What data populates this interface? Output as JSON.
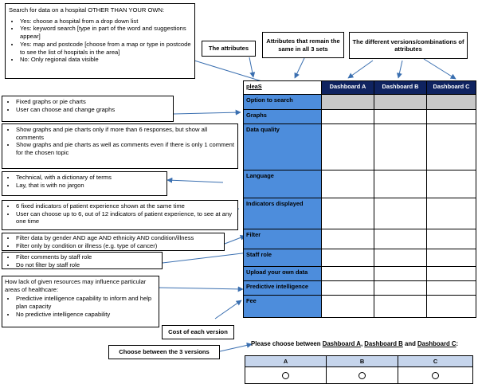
{
  "search_box": {
    "heading": "Search for data on a hospital OTHER THAN YOUR OWN:",
    "items": [
      "Yes: choose a hospital from a drop down list",
      "Yes: keyword search [type in part of the word and suggestions appear]",
      "Yes: map and postcode [choose from a map or type in postcode to see the list of hospitals in the area]",
      "No: Only regional data visible"
    ]
  },
  "labels": {
    "attributes": "The attributes",
    "same_attributes": "Attributes that remain the same in all 3 sets",
    "versions": "The different versions/combinations of attributes",
    "cost": "Cost of each version",
    "choose": "Choose between the 3 versions"
  },
  "option_boxes": {
    "graphs": [
      "Fixed graphs or pie charts",
      "User can choose and change graphs"
    ],
    "data_quality": [
      "Show graphs and pie charts only if more than 6 responses, but show all comments",
      "Show graphs and pie charts as well as comments even if there is only 1 comment for the chosen topic"
    ],
    "language": [
      "Technical, with a dictionary of terms",
      "Lay, that is with no jargon"
    ],
    "indicators": [
      "6 fixed indicators of patient experience shown at the same time",
      "User can choose up to 6, out of 12 indicators of patient experience, to see at any one time"
    ],
    "filter": [
      "Filter data by gender AND age AND ethnicity AND condition/illness",
      "Filter only by condition or illness (e.g. type of cancer)"
    ],
    "staff_role": [
      "Filter comments by staff role",
      "Do not filter by staff role"
    ],
    "predictive": {
      "heading": "How lack of given resources may influence particular areas of healthcare:",
      "items": [
        "Predictive intelligence capability to inform and help plan capacity",
        "No predictive intelligence capability"
      ]
    }
  },
  "matrix": {
    "corner": "pleaS",
    "columns": [
      "Dashboard A",
      "Dashboard B",
      "Dashboard C"
    ],
    "rows": [
      "Option to search",
      "Graphs",
      "Data quality",
      "Language",
      "Indicators displayed",
      "Filter",
      "Staff role",
      "Upload your own data",
      "Predictive intelligence",
      "Fee"
    ]
  },
  "choice": {
    "prompt_start": "Please choose between ",
    "a": "Dashboard A",
    "sep1": ", ",
    "b": "Dashboard B",
    "sep2": " and ",
    "c": "Dashboard C",
    "end": ":",
    "options": [
      "A",
      "B",
      "C"
    ]
  },
  "colors": {
    "attribute_blue": "#4d8ddc",
    "header_navy": "#0f2360",
    "option_grey": "#c8c8c8",
    "arrow": "#3a6fb0",
    "choice_header": "#c6d5ec"
  }
}
